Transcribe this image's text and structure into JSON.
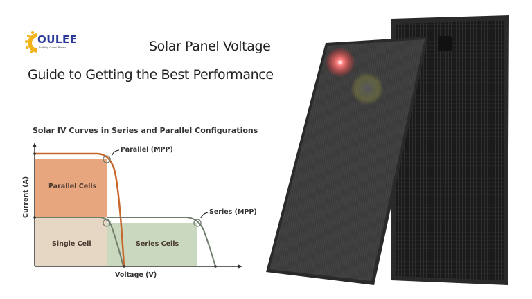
{
  "logo": {
    "brand": "OULEE",
    "tagline": "Building Green Power"
  },
  "header": {
    "title_line1": "Solar Panel Voltage",
    "title_line2": "Guide to Getting the Best Performance"
  },
  "diagram": {
    "title": "Solar IV Curves in Series and Parallel Configurations",
    "x_axis_label": "Voltage (V)",
    "y_axis_label": "Current (A)",
    "annotations": {
      "parallel_mpp": "Parallel (MPP)",
      "series_mpp": "Series (MPP)"
    },
    "regions": {
      "parallel": "Parallel Cells",
      "single": "Single Cell",
      "series": "Series Cells"
    },
    "colors": {
      "parallel_curve": "#c8672a",
      "parallel_fill": "#e8a67e",
      "series_curve": "#6f7d6c",
      "series_fill": "#c9d8be",
      "single_fill": "#e6d6c4",
      "axis": "#333333"
    }
  },
  "image": {
    "description": "Two black monocrystalline solar panels, front and back view, with lens flare"
  }
}
